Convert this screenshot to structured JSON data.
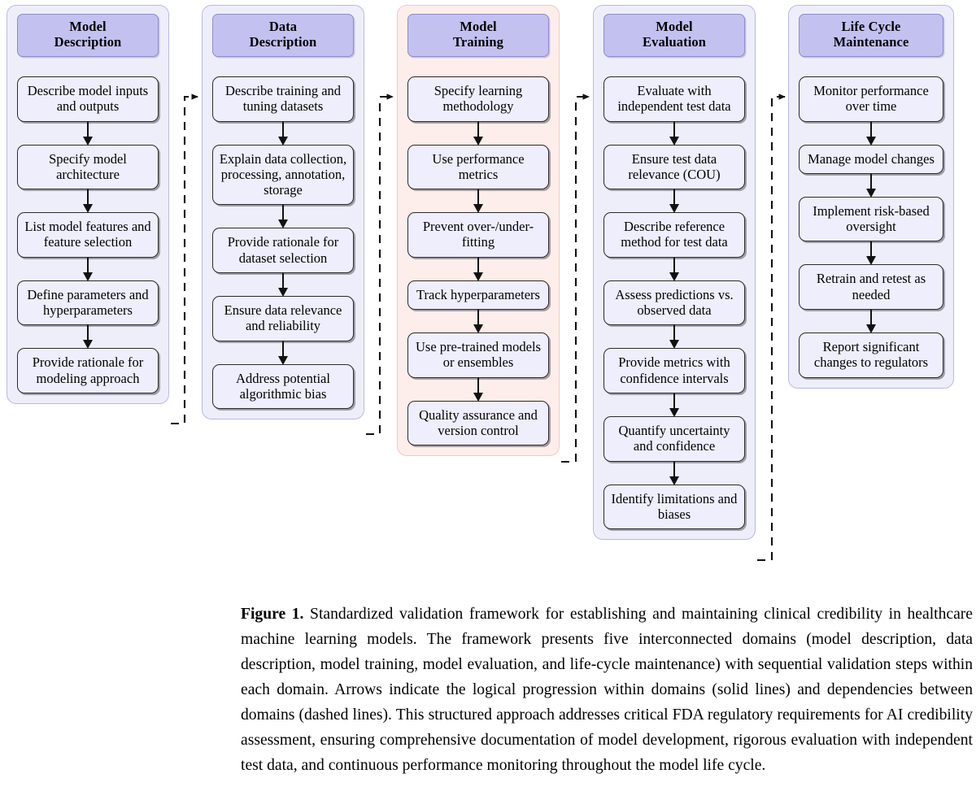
{
  "figure": {
    "columns": [
      {
        "id": "model-description",
        "title": "Model\nDescription",
        "title_line1": "Model",
        "title_line2": "Description",
        "accent": "#c3c1f0",
        "container_bg": "#eeeefb",
        "container_border": "#b9b9e6",
        "steps": [
          "Describe model inputs and outputs",
          "Specify model architecture",
          "List model features and feature selection",
          "Define parameters and hyperparameters",
          "Provide rationale for modeling approach"
        ]
      },
      {
        "id": "data-description",
        "title": "Data\nDescription",
        "title_line1": "Data",
        "title_line2": "Description",
        "accent": "#c3c1f0",
        "container_bg": "#eeeefb",
        "container_border": "#b9b9e6",
        "steps": [
          "Describe training and tuning datasets",
          "Explain data collection, processing, annotation, storage",
          "Provide rationale for dataset selection",
          "Ensure data relevance and reliability",
          "Address potential algorithmic bias"
        ]
      },
      {
        "id": "model-training",
        "title": "Model\nTraining",
        "title_line1": "Model",
        "title_line2": "Training",
        "accent": "#c3c1f0",
        "container_bg": "#fdeeeb",
        "container_border": "#f2c8c0",
        "steps": [
          "Specify learning methodology",
          "Use performance metrics",
          "Prevent over-/under-fitting",
          "Track hyperparameters",
          "Use pre-trained models or ensembles",
          "Quality assurance and version control"
        ]
      },
      {
        "id": "model-evaluation",
        "title": "Model\nEvaluation",
        "title_line1": "Model",
        "title_line2": "Evaluation",
        "accent": "#c3c1f0",
        "container_bg": "#eeeefb",
        "container_border": "#b9b9e6",
        "steps": [
          "Evaluate with independent test data",
          "Ensure test data relevance (COU)",
          "Describe reference method for test data",
          "Assess predictions vs. observed data",
          "Provide metrics with confidence intervals",
          "Quantify uncertainty and confidence",
          "Identify limitations and biases"
        ]
      },
      {
        "id": "life-cycle-maintenance",
        "title": "Life Cycle\nMaintenance",
        "title_line1": "Life Cycle",
        "title_line2": "Maintenance",
        "accent": "#c3c1f0",
        "container_bg": "#eeeefb",
        "container_border": "#b9b9e6",
        "steps": [
          "Monitor performance over time",
          "Manage model changes",
          "Implement risk-based oversight",
          "Retrain and retest as needed",
          "Report significant changes to regulators"
        ]
      }
    ],
    "connector_style": {
      "intra_domain": "solid",
      "inter_domain": "dashed"
    }
  },
  "caption": {
    "label": "Figure 1.",
    "text": " Standardized validation framework for establishing and maintaining clinical credibility in healthcare machine learning models. The framework presents five interconnected domains (model description, data description, model training, model evaluation, and life-cycle maintenance) with sequential validation steps within each domain.  Arrows indicate the logical progression within domains (solid lines) and dependencies between domains (dashed lines). This structured approach addresses critical FDA regulatory requirements for AI credibility assessment, ensuring comprehensive documentation of model development, rigorous evaluation with independent test data, and continuous performance monitoring throughout the model life cycle."
  }
}
